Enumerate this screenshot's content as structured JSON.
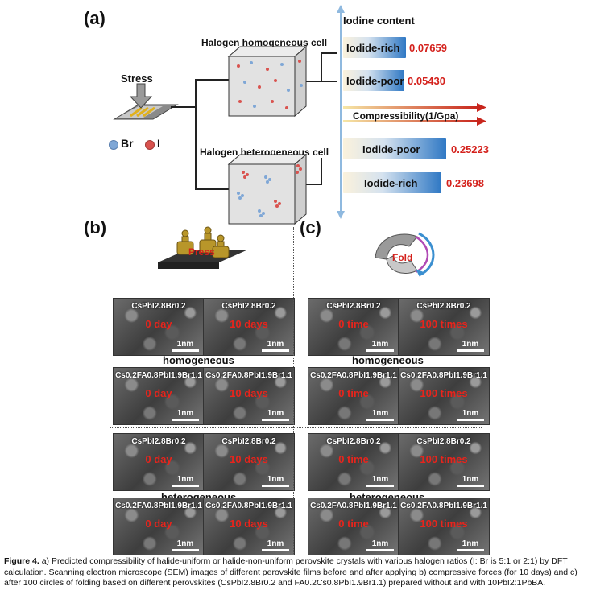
{
  "panel_a": {
    "label": "(a)",
    "stress_label": "Stress",
    "legend": {
      "br": "Br",
      "i": "I"
    },
    "homogeneous_cell": "Halogen homogeneous cell",
    "heterogeneous_cell": "Halogen heterogeneous cell",
    "iodine_content": "Iodine content",
    "compressibility": "Compressibility(1/Gpa)",
    "bars": [
      {
        "label": "Iodide-rich",
        "value": "0.07659"
      },
      {
        "label": "Iodide-poor",
        "value": "0.05430"
      },
      {
        "label": "Iodide-poor",
        "value": "0.25223"
      },
      {
        "label": "Iodide-rich",
        "value": "0.23698"
      }
    ],
    "colors": {
      "bar_blue": "#2f78c4",
      "value_red": "#d4211c",
      "br_dot": "#7fa7d6",
      "i_dot": "#d9534f"
    }
  },
  "panel_b": {
    "label": "(b)",
    "icon_text": "Press",
    "homogeneous": "homogeneous",
    "heterogeneous": "heterogeneous",
    "tiles": [
      {
        "title": "CsPbI2.8Br0.2",
        "time": "0 day",
        "scale": "1nm"
      },
      {
        "title": "CsPbI2.8Br0.2",
        "time": "10 days",
        "scale": "1nm"
      },
      {
        "title": "Cs0.2FA0.8PbI1.9Br1.1",
        "time": "0 day",
        "scale": "1nm"
      },
      {
        "title": "Cs0.2FA0.8PbI1.9Br1.1",
        "time": "10 days",
        "scale": "1nm"
      },
      {
        "title": "CsPbI2.8Br0.2",
        "time": "0 day",
        "scale": "1nm"
      },
      {
        "title": "CsPbI2.8Br0.2",
        "time": "10 days",
        "scale": "1nm"
      },
      {
        "title": "Cs0.2FA0.8PbI1.9Br1.1",
        "time": "0 day",
        "scale": "1nm"
      },
      {
        "title": "Cs0.2FA0.8PbI1.9Br1.1",
        "time": "10 days",
        "scale": "1nm"
      }
    ]
  },
  "panel_c": {
    "label": "(c)",
    "icon_text": "Fold",
    "homogeneous": "homogeneous",
    "heterogeneous": "heterogeneous",
    "tiles": [
      {
        "title": "CsPbI2.8Br0.2",
        "time": "0 time",
        "scale": "1nm"
      },
      {
        "title": "CsPbI2.8Br0.2",
        "time": "100 times",
        "scale": "1nm"
      },
      {
        "title": "Cs0.2FA0.8PbI1.9Br1.1",
        "time": "0 time",
        "scale": "1nm"
      },
      {
        "title": "Cs0.2FA0.8PbI1.9Br1.1",
        "time": "100 times",
        "scale": "1nm"
      },
      {
        "title": "CsPbI2.8Br0.2",
        "time": "0 time",
        "scale": "1nm"
      },
      {
        "title": "CsPbI2.8Br0.2",
        "time": "100 times",
        "scale": "1nm"
      },
      {
        "title": "Cs0.2FA0.8PbI1.9Br1.1",
        "time": "0 time",
        "scale": "1nm"
      },
      {
        "title": "Cs0.2FA0.8PbI1.9Br1.1",
        "time": "100 times",
        "scale": "1nm"
      }
    ]
  },
  "caption": {
    "figure_label": "Figure 4.",
    "text": "a) Predicted compressibility of halide-uniform or halide-non-uniform perovskite crystals with various halogen ratios (I: Br is 5:1 or 2:1) by DFT calculation. Scanning electron microscope (SEM) images of different perovskite films before and after applying b) compressive forces (for 10 days) and c) after 100 circles of folding based on different perovskites (CsPbI2.8Br0.2 and FA0.2Cs0.8PbI1.9Br1.1) prepared without and with 10PbI2:1PbBA."
  }
}
